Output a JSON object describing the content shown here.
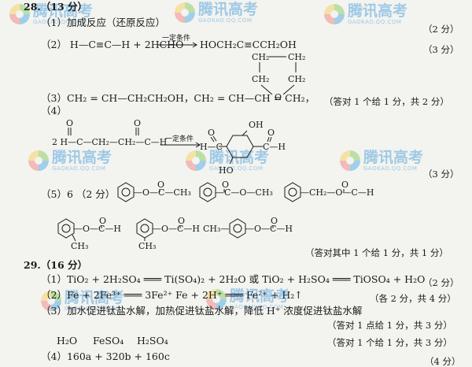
{
  "watermark": {
    "cn": "腾讯高考",
    "en": "GAOKAO.QQ.COM"
  },
  "q28": {
    "header": "28.（13 分）",
    "p1": "（1）加成反应（还原反应）",
    "p1_score": "（2 分）",
    "p2_reaction": "（2） H—C≡C—H + 2HCHO",
    "p2_condition": "一定条件",
    "p2_product": "HOCH₂C≡CCH₂OH",
    "p2_score": "（3 分）",
    "ring_top_left": "CH₂",
    "ring_top_right": "CH₂",
    "ring_bot_left": "CH₂",
    "ring_bot_right": "CH₂",
    "ring_o": "O",
    "p3": "（3）CH₂ = CH—CH₂CH₂OH，CH₂ = CH—CH = CH₂，",
    "p3_score": "（答对 1 个给 1 分，共 2 分）",
    "p4": "（4）",
    "p4_reactant": "2 H—C—CH₂—CH₂—C—H",
    "p4_o1": "O",
    "p4_o2": "O",
    "p4_condition": "一定条件",
    "p4_oh_top": "OH",
    "p4_oh_bot": "HO",
    "p4_left": "H—C",
    "p4_right": "C—H",
    "p4_o3": "O",
    "p4_o4": "O",
    "p4_score": "（3 分）",
    "p5": "（5）6  （2 分）",
    "p5_f1": "—O—C—CH₃",
    "p5_f2": "—C—O—CH₃",
    "p5_f3": "—CH₂—O—C—H",
    "p5_f4": "—O—C—H",
    "p5_f5": "—O—C—H",
    "p5_f6": "CH₃—",
    "p5_f6b": "—O—C—H",
    "p5_ch3_a": "CH₃",
    "p5_ch3_b": "CH₃",
    "p5_o": "O",
    "p5_score": "（答对其中 1 个给 1 分，共 1 分）"
  },
  "q29": {
    "header": "29.（16 分）",
    "p1": "（1）TiO₂ + 2H₂SO₄ ═══ Ti(SO₄)₂ + 2H₂O 或 TiO₂ + H₂SO₄ ═══ TiOSO₄ + H₂O",
    "p1_score": "（2 分）",
    "p2": "（2）Fe + 2Fe³⁺ ═══ 3Fe²⁺        Fe + 2H⁺ ═══ Fe²⁺ + H₂↑",
    "p2_score": "（各 2 分，共 4 分）",
    "p3": "（3）加水促进钛盐水解，加热促进钛盐水解，降低 H⁺ 浓度促进钛盐水解",
    "p3_score": "（答对 1 点给 1 分，共 3 分）",
    "p3_items": [
      "H₂O",
      "FeSO₄",
      "H₂SO₄"
    ],
    "p3_items_score": "（答对 1 个给 1 分，共 3 分）",
    "p4": "（4）160a + 320b + 160c",
    "p4_score": "（4 分）"
  }
}
